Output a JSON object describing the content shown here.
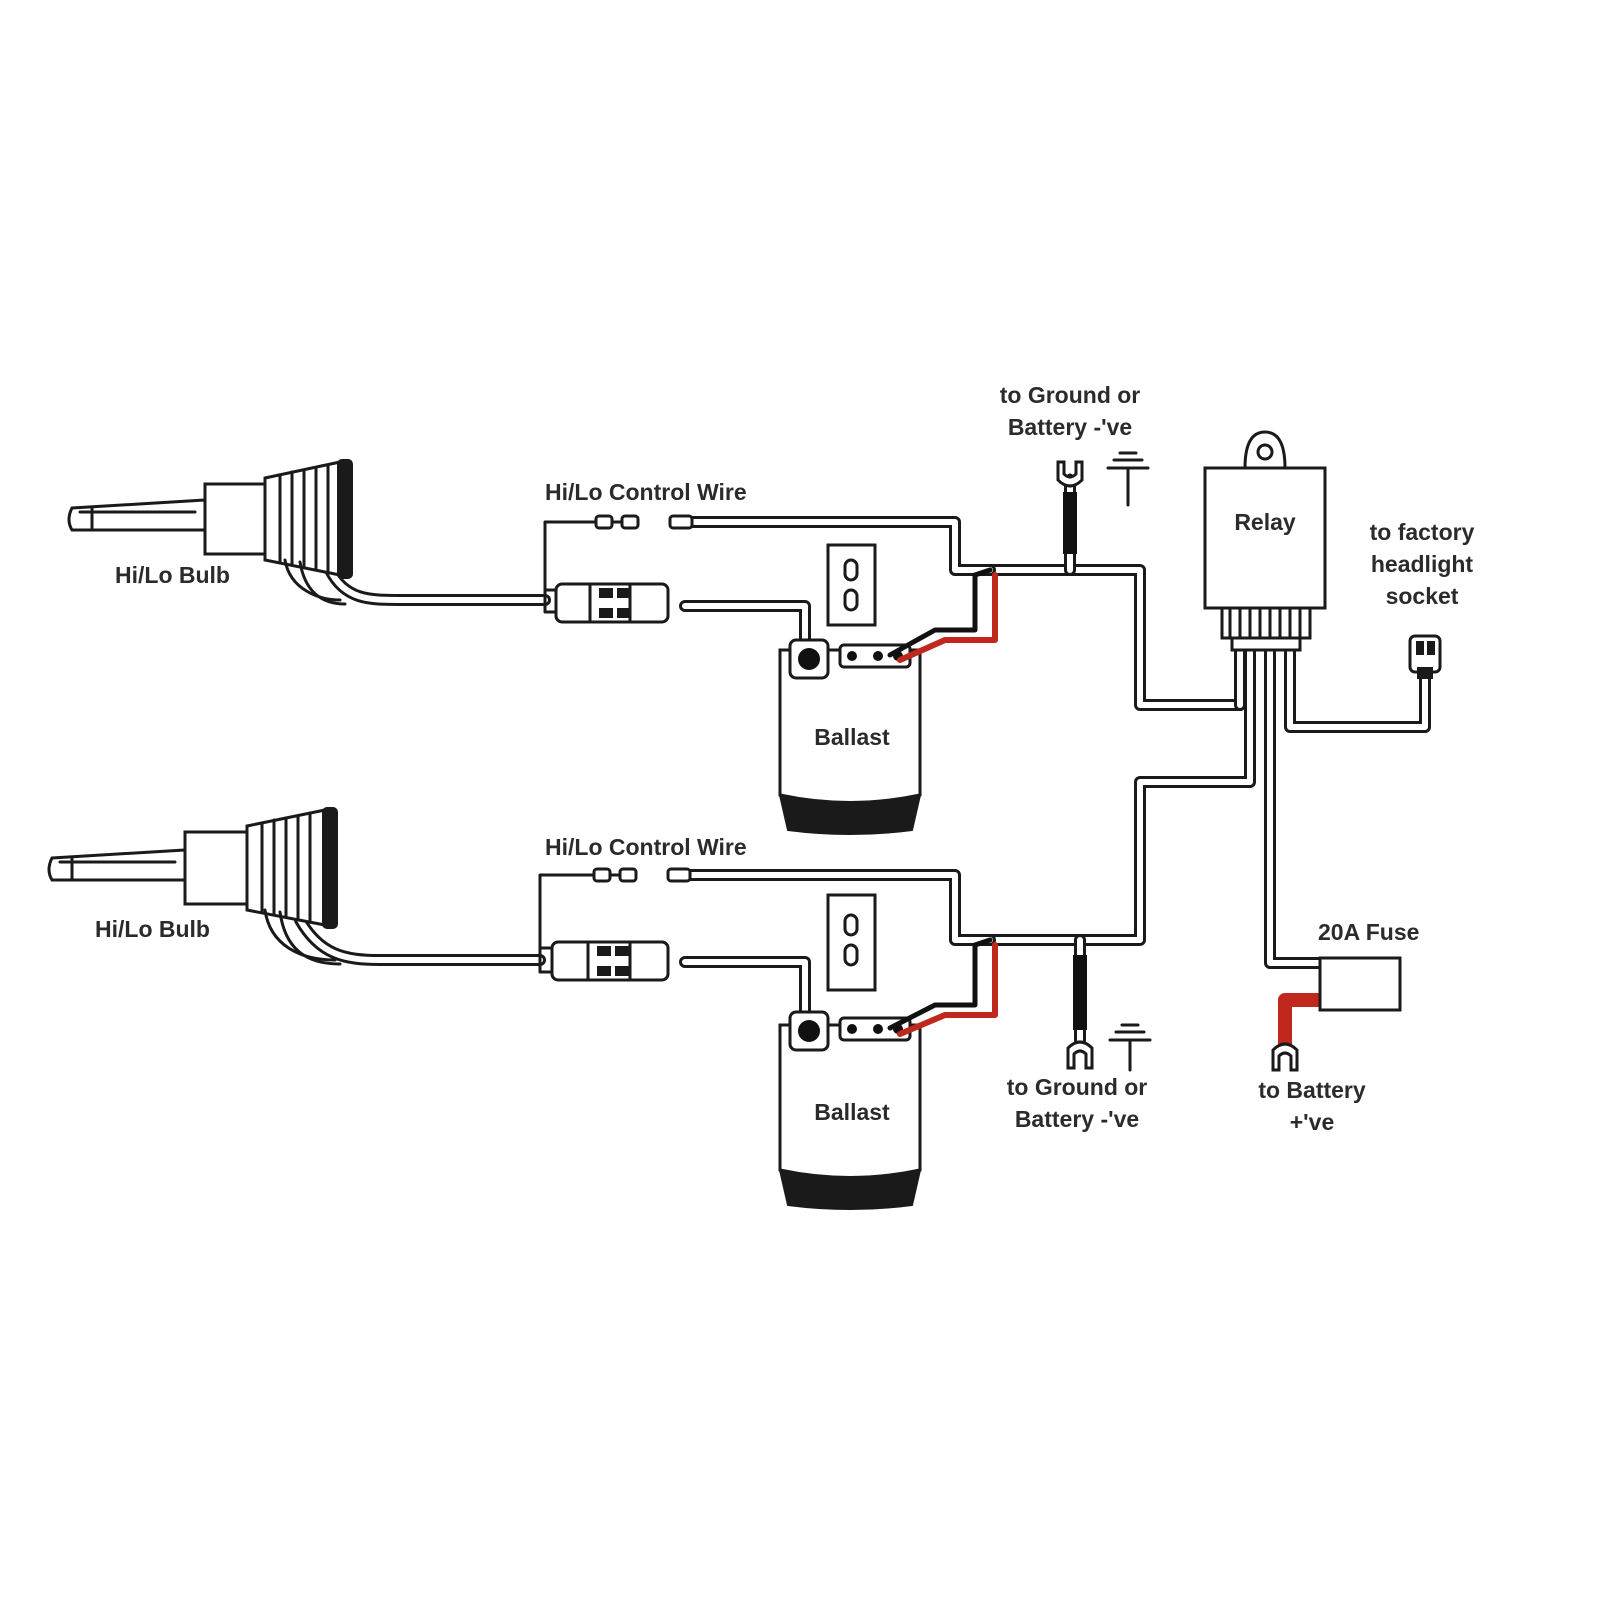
{
  "labels": {
    "bulb_top": "Hi/Lo Bulb",
    "bulb_bottom": "Hi/Lo Bulb",
    "control_wire_top": "Hi/Lo Control Wire",
    "control_wire_bottom": "Hi/Lo Control Wire",
    "ballast_top": "Ballast",
    "ballast_bottom": "Ballast",
    "ground_top_line1": "to Ground or",
    "ground_top_line2": "Battery -'ve",
    "ground_bottom_line1": "to Ground or",
    "ground_bottom_line2": "Battery -'ve",
    "relay": "Relay",
    "factory_line1": "to factory",
    "factory_line2": "headlight",
    "factory_line3": "socket",
    "fuse": "20A Fuse",
    "battery_pos_line1": "to Battery",
    "battery_pos_line2": "+'ve"
  },
  "colors": {
    "wire": "#1a1a1a",
    "positive_wire": "#c0281e",
    "text": "#2b2b2b",
    "background": "#ffffff"
  }
}
